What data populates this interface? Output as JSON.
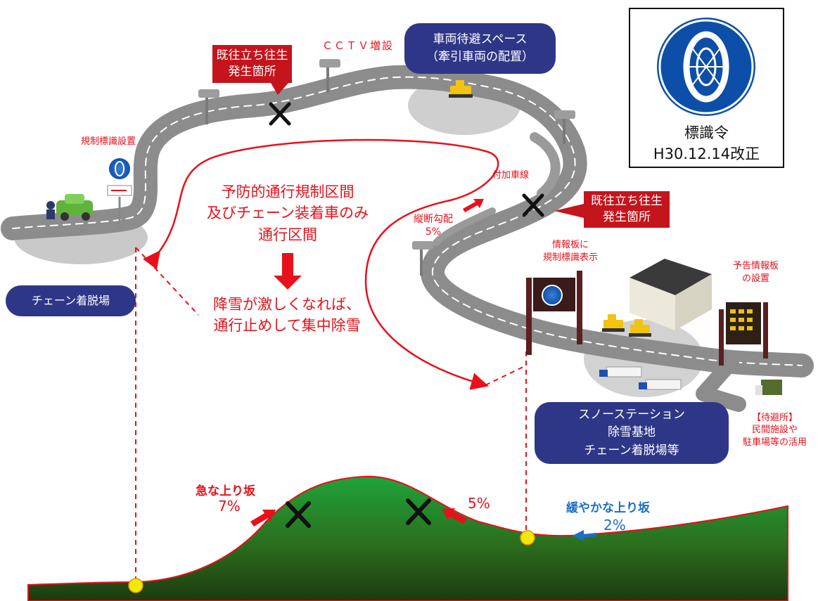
{
  "labels": {
    "cctv": "ＣＣＴＶ増設",
    "waiting_space": "車両待避スペース\n（牽引車両の配置）",
    "stuck_site_1": "既往立ち往生\n発生箇所",
    "stuck_site_2": "既往立ち往生\n発生箇所",
    "regulation_sign": "規制標識設置",
    "extra_lane": "付加車線",
    "grade_note": "縦断勾配\n5%",
    "info_board": "情報板に\n規制標識表示",
    "advance_board": "予告情報板\nの設置",
    "chain_station": "チェーン着脱場",
    "zone_text": "予防的通行規制区間\n及びチェーン装着車のみ\n通行区間",
    "heavy_snow_text": "降雪が激しくなれば、\n通行止めして集中除雪",
    "snow_station": "スノーステーション\n除雪基地\nチェーン着脱場等",
    "shelter_head": "【待避所】",
    "shelter_body": "民間施設や\n駐車場等の活用",
    "sign_title": "標識令",
    "sign_revision": "H30.12.14改正",
    "steep_slope": "急な上り坂",
    "steep_pct": "7%",
    "mid_pct": "5%",
    "gentle_slope": "緩やかな上り坂",
    "gentle_pct": "2%"
  },
  "colors": {
    "accent_red": "#e8101a",
    "label_red": "#c4141c",
    "navy": "#2e3787",
    "blue": "#1a6fc4",
    "road": "#8c8c8c",
    "hill_top": "#1fa33a",
    "hill_bottom": "#1d3a0f",
    "point_yellow": "#f5e800"
  },
  "icons": {
    "stuck_mark": "x-mark-icon",
    "camera": "cctv-camera-icon",
    "chain_sign": "tire-chain-sign-icon"
  }
}
